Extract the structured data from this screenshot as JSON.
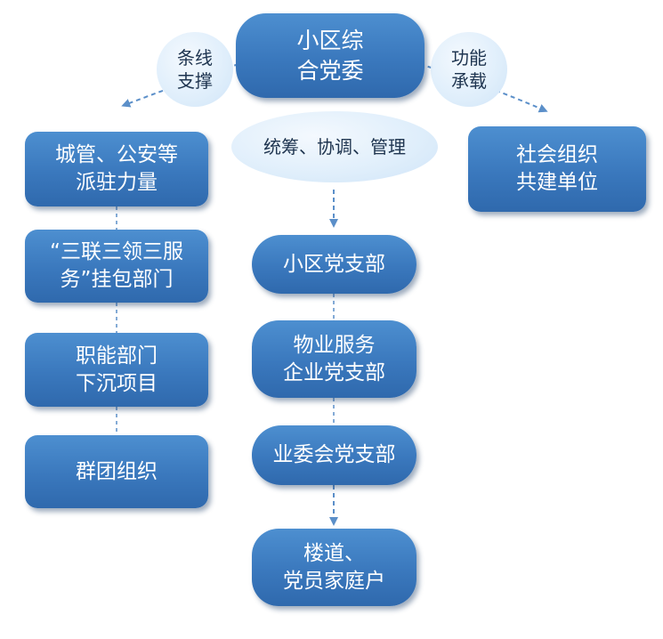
{
  "top": {
    "line1": "小区综",
    "line2": "合党委"
  },
  "left_bubble": {
    "line1": "条线",
    "line2": "支撑"
  },
  "right_bubble": {
    "line1": "功能",
    "line2": "承载"
  },
  "center_bubble": {
    "label": "统筹、协调、管理"
  },
  "left_column": [
    {
      "line1": "城管、公安等",
      "line2": "派驻力量"
    },
    {
      "line1": "“三联三领三服",
      "line2": "务”挂包部门"
    },
    {
      "line1": "职能部门",
      "line2": "下沉项目"
    },
    {
      "line1": "群团组织",
      "line2": ""
    }
  ],
  "right_box": {
    "line1": "社会组织",
    "line2": "共建单位"
  },
  "center_column": [
    {
      "line1": "小区党支部",
      "line2": ""
    },
    {
      "line1": "物业服务",
      "line2": "企业党支部"
    },
    {
      "line1": "业委会党支部",
      "line2": ""
    },
    {
      "line1": "楼道、",
      "line2": "党员家庭户"
    }
  ],
  "colors": {
    "node": "#3a78bd",
    "bubble": "#dfeefb",
    "connector": "#5b8fc9"
  }
}
